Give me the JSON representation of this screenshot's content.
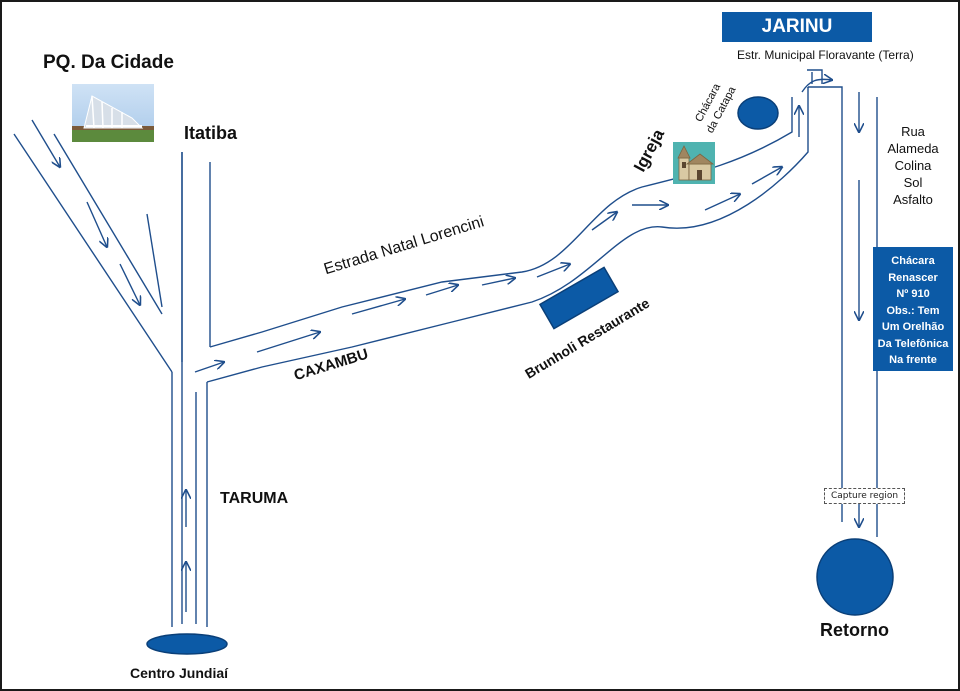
{
  "colors": {
    "road": "#1f4e8c",
    "arrow": "#1f4e8c",
    "box_fill": "#0c5aa6",
    "box_text": "#ffffff",
    "label_text": "#111111"
  },
  "labels": {
    "park": "PQ. Da Cidade",
    "itatiba": "Itatiba",
    "taruma": "TARUMA",
    "centro": "Centro Jundiaí",
    "estrada": "Estrada Natal Lorencini",
    "caxambu": "CAXAMBU",
    "brunholi": "Brunholi Restaurante",
    "igreja": "Igreja",
    "chacara_catapa": [
      "Chácara",
      "da Catapa"
    ],
    "jarinu": "JARINU",
    "estr_municipal": "Estr. Municipal Floravante (Terra)",
    "rua_lines": [
      "Rua",
      "Alameda",
      "Colina",
      "Sol",
      "Asfalto"
    ],
    "chacara_renascer_lines": [
      "Chácara",
      "Renascer",
      "Nº 910",
      "Obs.: Tem",
      "Um Orelhão",
      "Da Telefônica",
      "Na frente"
    ],
    "capture_region": "Capture region",
    "retorno": "Retorno"
  },
  "icons": {
    "park_photo": "park-structure-photo-icon",
    "church": "church-icon",
    "restaurant_marker": "restaurant-marker-icon",
    "catapa_marker": "oval-marker-icon",
    "centro_marker": "oval-marker-icon",
    "retorno_marker": "roundabout-circle-icon"
  }
}
